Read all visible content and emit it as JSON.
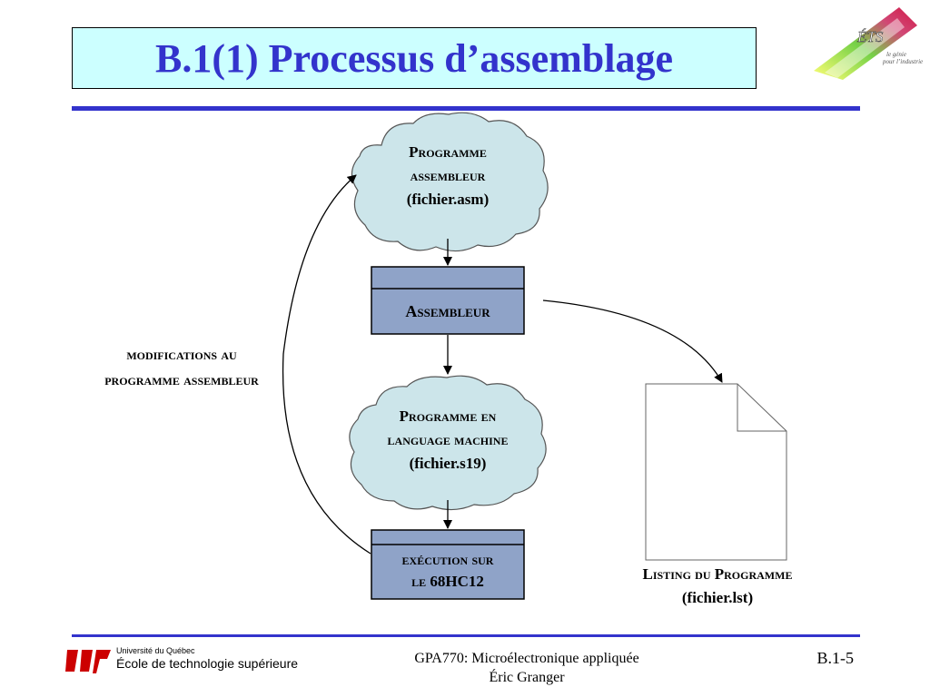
{
  "header": {
    "title": "B.1(1) Processus d’assemblage",
    "logo_text": "ÉTS",
    "logo_tagline_1": "le génie",
    "logo_tagline_2": "pour l’industrie"
  },
  "diagram": {
    "source_program": {
      "line1": "Programme",
      "line2": "assembleur",
      "line3": "(fichier.asm)"
    },
    "assembler": {
      "label": "Assembleur"
    },
    "machine_program": {
      "line1": "Programme en",
      "line2": "language machine",
      "line3": "(fichier.s19)"
    },
    "execution": {
      "line1": "exécution sur",
      "line2_prefix": "le",
      "line2_strong": "68HC12"
    },
    "modifications": {
      "line1": "modifications au",
      "line2": "programme assembleur"
    },
    "listing": {
      "line1": "Listing du Programme",
      "line2": "(fichier.lst)"
    }
  },
  "footer": {
    "university": "Université du Québec",
    "school": "École de technologie supérieure",
    "course": "GPA770:  Microélectronique appliquée",
    "author": "Éric Granger",
    "page": "B.1-5"
  },
  "colors": {
    "title_blue": "#3333cc",
    "title_bg": "#ccffff",
    "cloud_fill": "#cce5ea",
    "box_fill": "#8fa3c8",
    "logo_red": "#cc0000"
  }
}
